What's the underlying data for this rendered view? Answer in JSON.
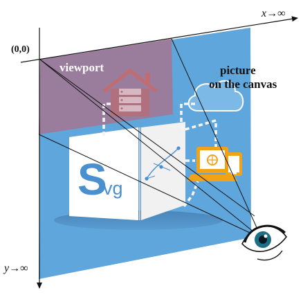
{
  "figure": {
    "origin_label": "(0,0)",
    "x_axis_label": "x→∞",
    "y_axis_label": "y→∞",
    "viewport_label": "viewport",
    "picture_label_line1": "picture",
    "picture_label_line2": "on the canvas",
    "svg_logo_letter": "S",
    "svg_logo_suffix": "vg"
  },
  "colors": {
    "canvas_blue": "#5ea6db",
    "viewport_mauve": "#a07a97",
    "logo_blue": "#4a8fd0",
    "axis_black": "#111111",
    "dash_white": "#f4f4f4",
    "tablet_orange": "#f0a316",
    "eye_teal": "#1e6f86"
  },
  "icons": {
    "house": "house-server-icon",
    "cloud": "cloud-icon",
    "devices": "laptop-tablet-icon",
    "eye": "eye-icon",
    "logo": "svg-logo-icon"
  }
}
